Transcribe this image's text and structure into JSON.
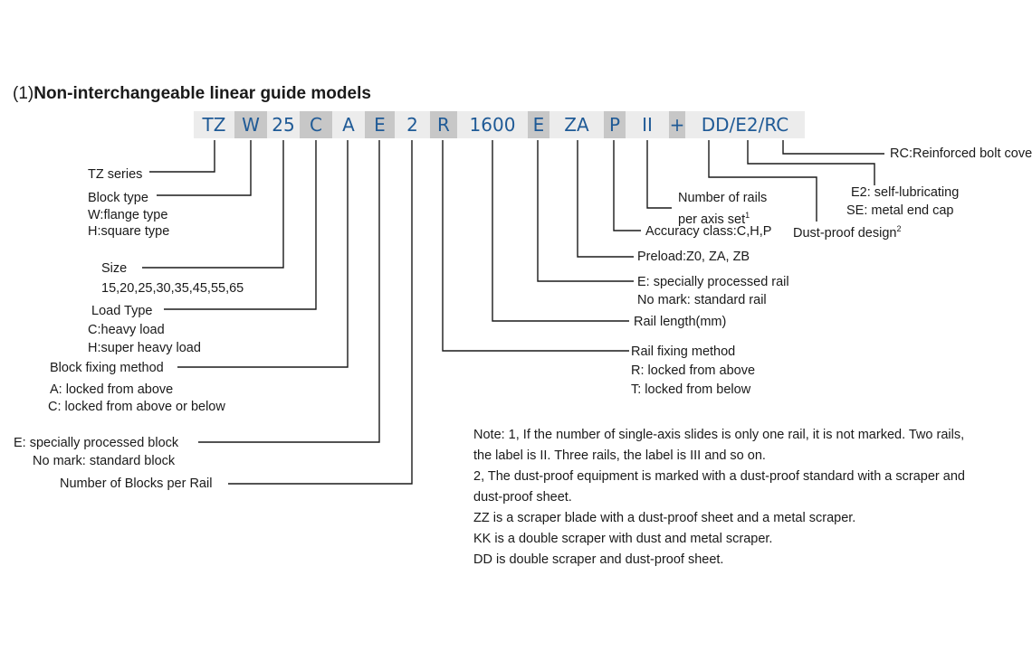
{
  "title": {
    "number": "(1)",
    "text": "Non-interchangeable linear guide models"
  },
  "code_segments": [
    {
      "text": "TZ",
      "shade": "light"
    },
    {
      "text": "W",
      "shade": "dark"
    },
    {
      "text": "25",
      "shade": "light"
    },
    {
      "text": "C",
      "shade": "dark"
    },
    {
      "text": "A",
      "shade": "light"
    },
    {
      "text": "E",
      "shade": "dark"
    },
    {
      "text": "2",
      "shade": "light"
    },
    {
      "text": "R",
      "shade": "dark"
    },
    {
      "text": "1600",
      "shade": "light"
    },
    {
      "text": "E",
      "shade": "dark"
    },
    {
      "text": "ZA",
      "shade": "light"
    },
    {
      "text": "P",
      "shade": "dark"
    },
    {
      "text": "II",
      "shade": "light"
    },
    {
      "text": "+",
      "shade": "dark"
    },
    {
      "text": "DD/E2/RC",
      "shade": "light"
    }
  ],
  "left_labels": {
    "tz_series": "TZ series",
    "block_type": "Block type",
    "block_type_w": "W:flange type",
    "block_type_h": "H:square type",
    "size": "Size",
    "size_values": "15,20,25,30,35,45,55,65",
    "load_type": "Load Type",
    "load_c": "C:heavy load",
    "load_h": "H:super heavy load",
    "block_fixing": "Block fixing method",
    "block_fixing_a": "A: locked from above",
    "block_fixing_c": "C: locked from above or below",
    "block_e": "E: specially processed block",
    "block_no_mark": "No mark: standard block",
    "blocks_per_rail": "Number of Blocks per Rail"
  },
  "right_labels": {
    "rc": "RC:Reinforced bolt cover",
    "e2": "E2: self-lubricating",
    "se": "SE: metal end cap",
    "dust_proof": "Dust-proof design",
    "dust_proof_sup": "2",
    "rails_1": "Number of rails",
    "rails_2": "per axis set",
    "rails_sup": "1",
    "accuracy": "Accuracy class:C,H,P",
    "preload": "Preload:Z0, ZA, ZB",
    "rail_e": "E: specially processed rail",
    "rail_no_mark": "No mark: standard rail",
    "rail_length": "Rail length(mm)",
    "rail_fixing": "Rail fixing method",
    "rail_fixing_r": "R: locked from above",
    "rail_fixing_t": "T: locked from below"
  },
  "notes": [
    "Note: 1, If the number of single-axis slides is only one rail, it is not marked. Two rails,",
    "the label is II. Three rails, the label is III and so on.",
    "2, The dust-proof equipment is marked with a dust-proof standard with a scraper and",
    "dust-proof sheet.",
    "ZZ is a scraper blade with a dust-proof sheet and a metal scraper.",
    "KK is a double scraper with dust and metal scraper.",
    "DD is double scraper and dust-proof sheet."
  ],
  "colors": {
    "code_text": "#1f5a96",
    "light_cell": "#ececec",
    "dark_cell": "#c7c7c7",
    "line": "#1a1a1a"
  }
}
